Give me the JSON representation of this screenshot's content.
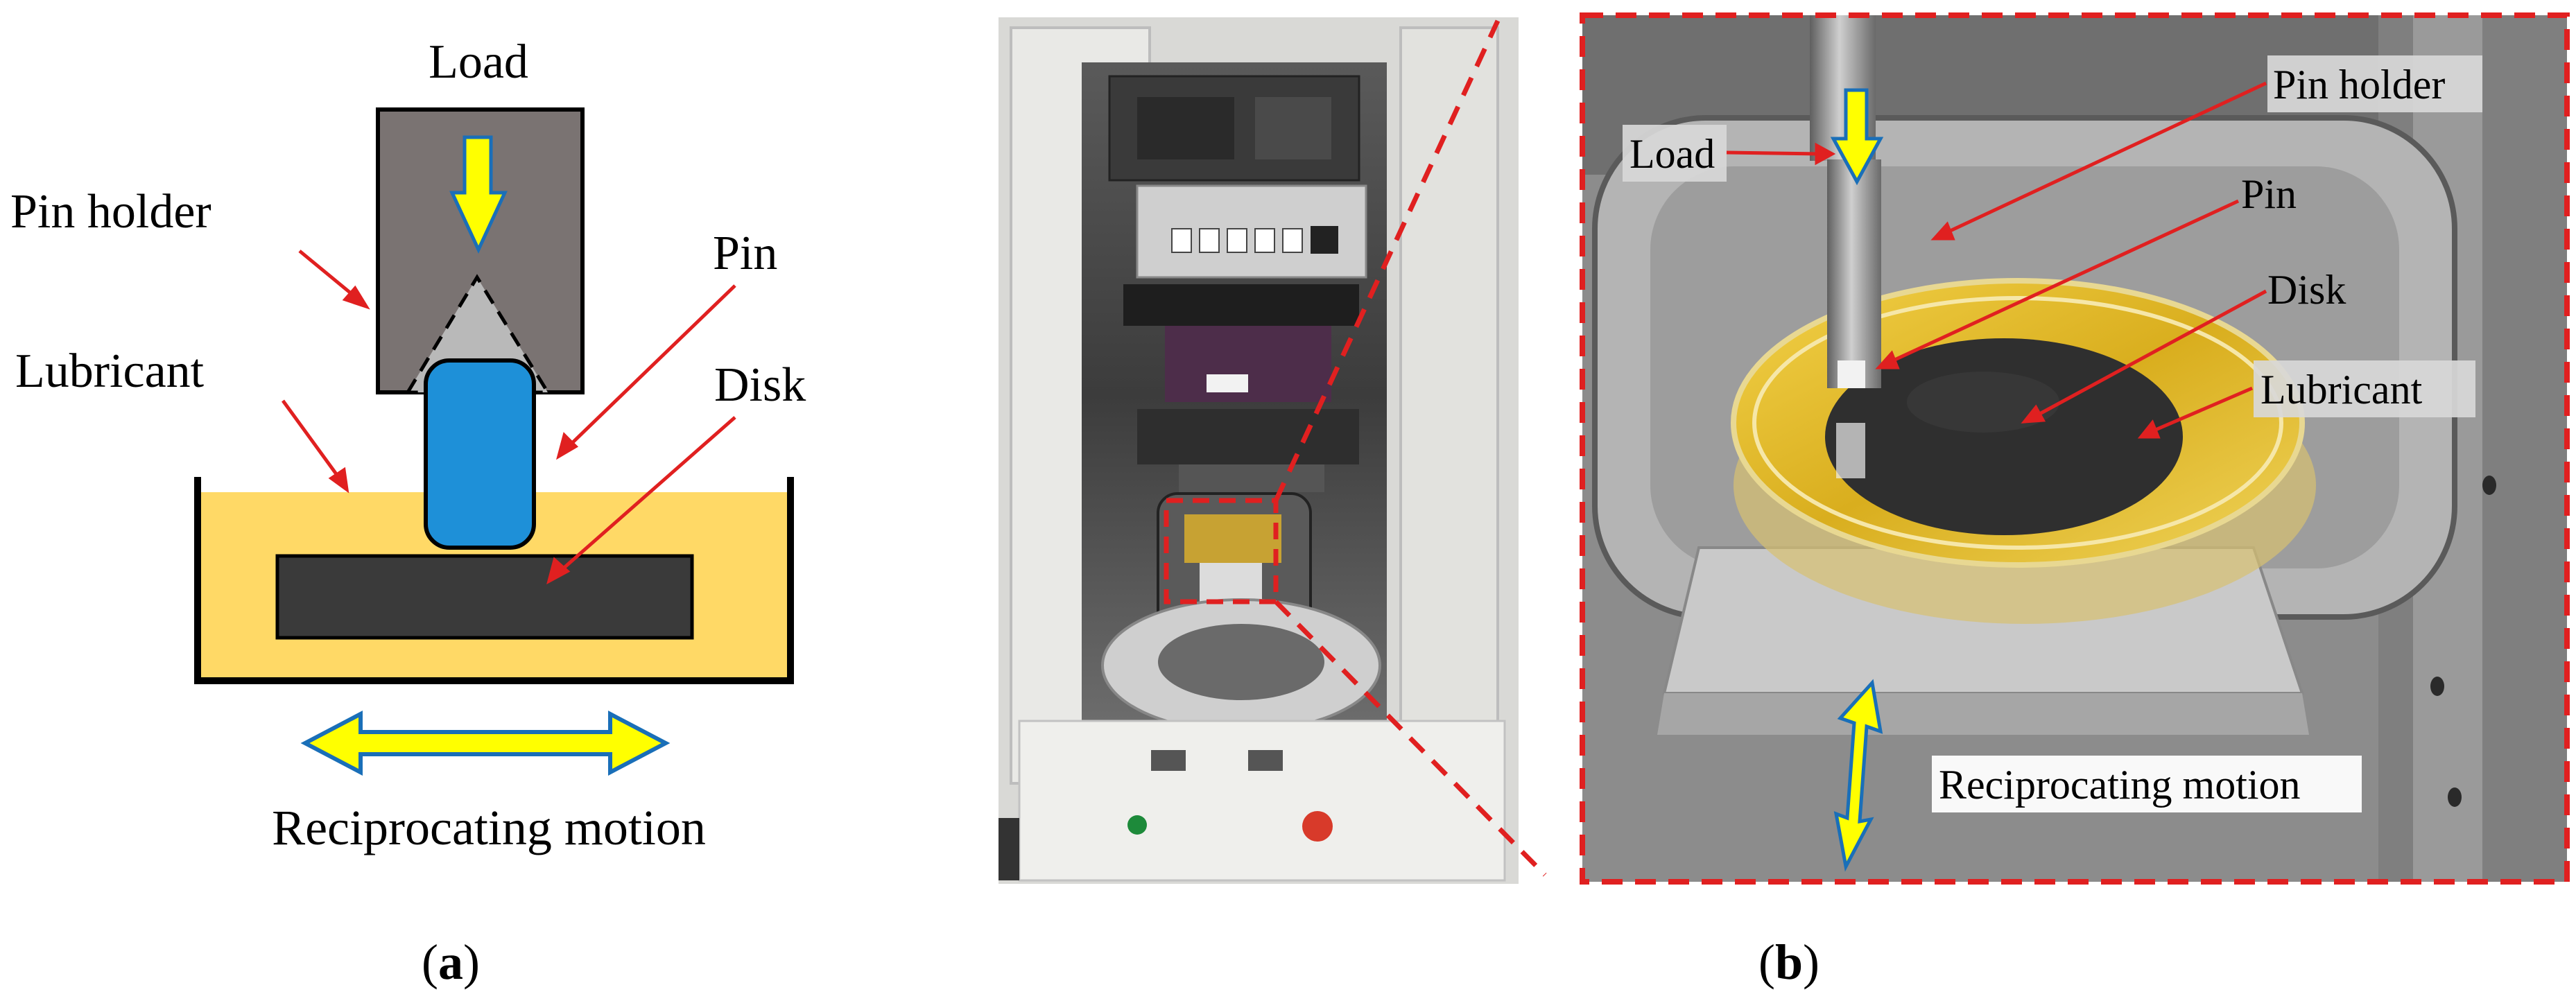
{
  "diagram": {
    "load": "Load",
    "pin_holder": "Pin holder",
    "pin": "Pin",
    "lubricant": "Lubricant",
    "disk": "Disk",
    "motion": "Reciprocating motion"
  },
  "photo": {
    "load": "Load",
    "pin_holder": "Pin holder",
    "pin": "Pin",
    "disk": "Disk",
    "lubricant": "Lubricant",
    "motion": "Reciprocating motion"
  },
  "captions": {
    "a_open": "(",
    "a_letter": "a",
    "a_close": ")",
    "b_open": "(",
    "b_letter": "b",
    "b_close": ")"
  },
  "colors": {
    "arrow_yellow": "#ffff00",
    "arrow_outline": "#1a6fb8",
    "lubricant": "#ffd966",
    "pin_blue": "#1e90d8",
    "disk_dark": "#3a3a3a",
    "holder_grey": "#7a7372",
    "dashed_red": "#e02020"
  }
}
